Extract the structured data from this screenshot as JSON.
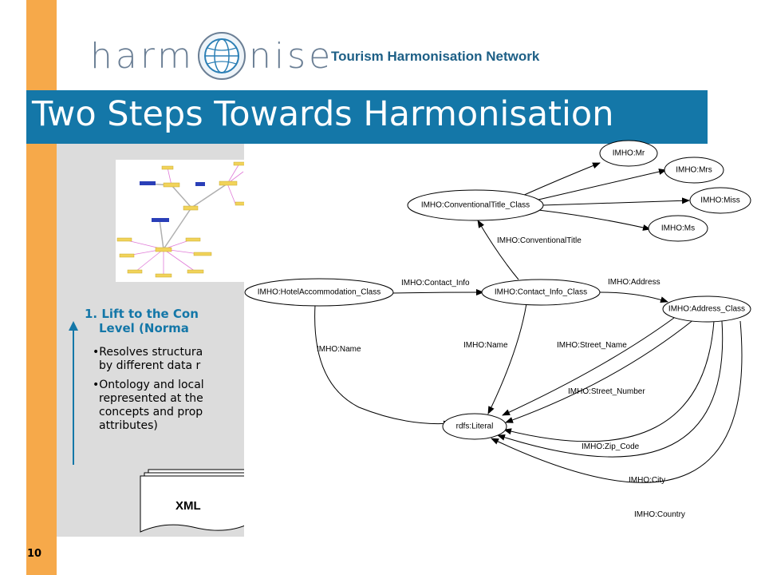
{
  "header": {
    "logo_left": "harm",
    "logo_right": "nise",
    "tagline": "Tourism Harmonisation Network"
  },
  "title": "Two Steps Towards Harmonisation",
  "step": {
    "line1": "1. Lift to the Con",
    "line2": "Level (Norma",
    "bullets": [
      [
        "•Resolves structura",
        "by different data r"
      ],
      [
        "•Ontology and local",
        "represented at the",
        "concepts and prop",
        "attributes)"
      ]
    ]
  },
  "xml_label": "XML",
  "page_number": "10",
  "diagram": {
    "nodes": {
      "mr": "IMHO:Mr",
      "mrs": "IMHO:Mrs",
      "miss": "IMHO:Miss",
      "ms": "IMHO:Ms",
      "conventional_title_class": "IMHO:ConventionalTitle_Class",
      "hotel_accommodation_class": "IMHO:HotelAccommodation_Class",
      "contact_info_class": "IMHO:Contact_Info_Class",
      "address_class": "IMHO:Address_Class",
      "literal": "rdfs:Literal"
    },
    "edges": {
      "conventional_title": "IMHO:ConventionalTitle",
      "contact_info": "IMHO:Contact_Info",
      "address": "IMHO:Address",
      "name_hotel": "IMHO:Name",
      "name_contact": "IMHO:Name",
      "street_name": "IMHO:Street_Name",
      "street_number": "IMHO:Street_Number",
      "zip_code": "IMHO:Zip_Code",
      "city": "IMHO:City",
      "country": "IMHO:Country"
    }
  },
  "colors": {
    "stripe": "#f6a94a",
    "title_bar": "#1477a8",
    "step_text": "#1477a8",
    "panel": "#dcdcdc"
  }
}
